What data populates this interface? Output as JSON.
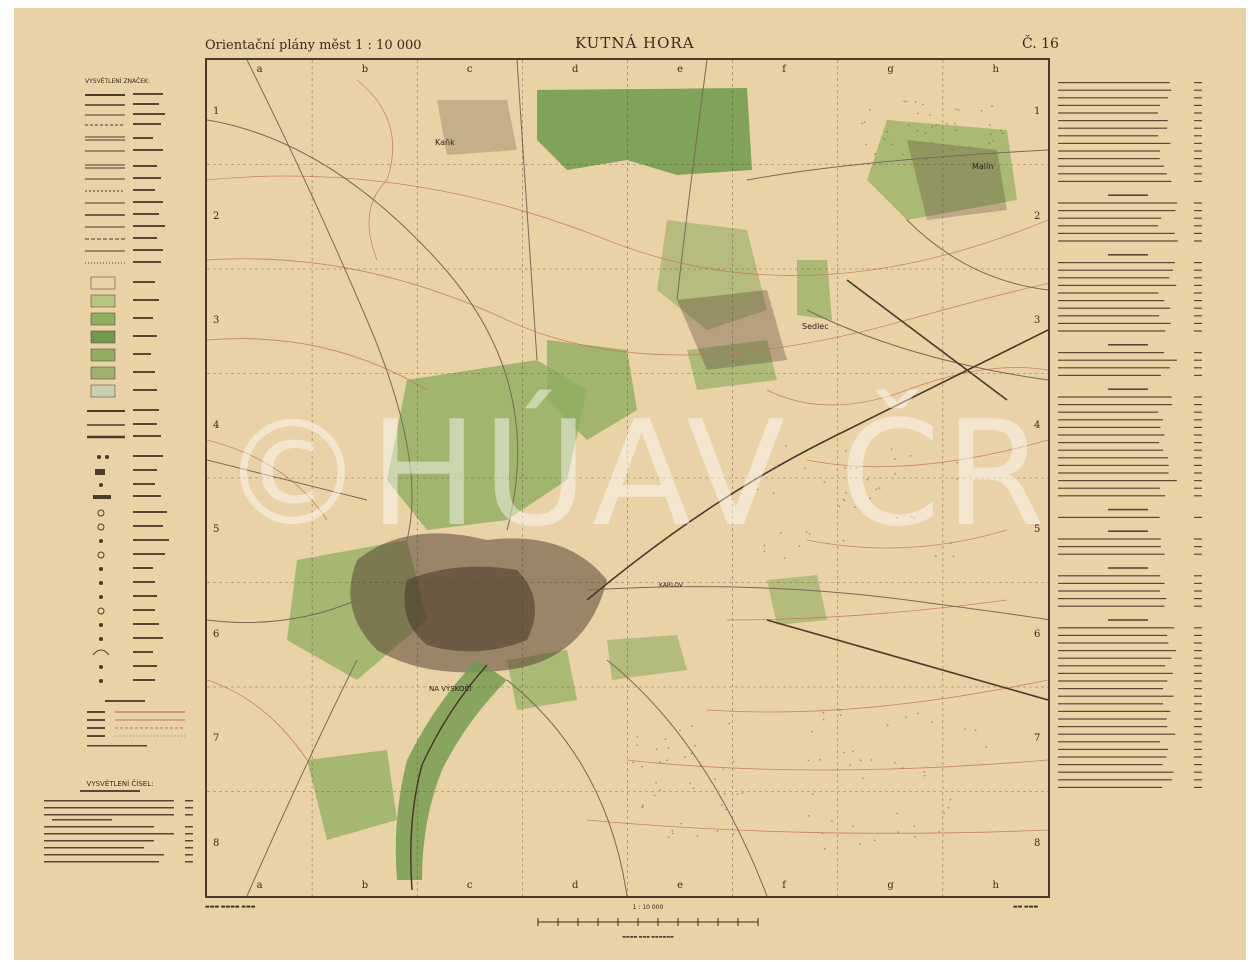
{
  "header": {
    "series": "Orientační plány měst 1 : 10 000",
    "city": "KUTNÁ HORA",
    "sheet_no": "Č. 16"
  },
  "legend": {
    "title": "VYSVĚTLENÍ ZNAČEK:",
    "numbers_title": "VYSVĚTLENÍ ČÍSEL:"
  },
  "grid": {
    "columns": [
      "a",
      "b",
      "c",
      "d",
      "e",
      "f",
      "g",
      "h"
    ],
    "rows": [
      "1",
      "2",
      "3",
      "4",
      "5",
      "6",
      "7",
      "8"
    ]
  },
  "places": {
    "kank": "Kaňk",
    "malin": "Malín",
    "sedlec": "Sedlec",
    "na_vyskoci": "NA VÝSKOČI",
    "karlov": "KARLOV"
  },
  "scale": {
    "ratio": "1 : 10 000"
  },
  "watermark": "©HÚAV ČR",
  "colors": {
    "paper": "#e9d2a6",
    "vegetation": "#8fae60",
    "forest": "#6f9a4e",
    "built": "#5a4634",
    "contour": "#c2765a",
    "road": "#7a6a58",
    "railway": "#4a3a2a"
  }
}
